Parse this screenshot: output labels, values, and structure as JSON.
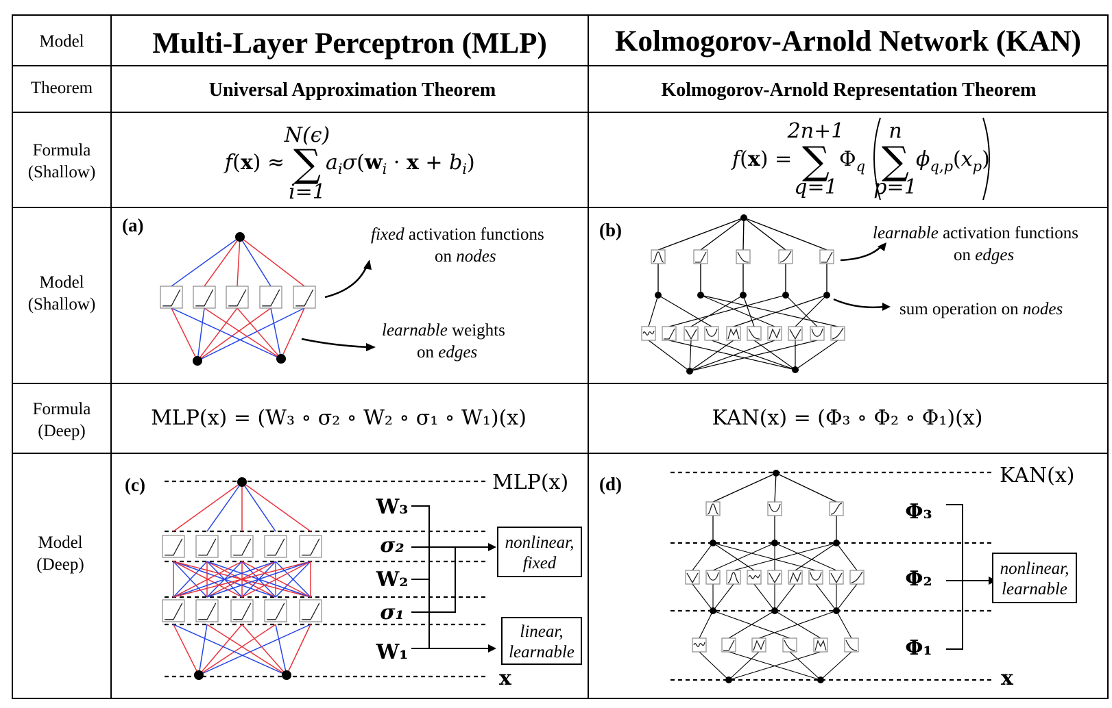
{
  "table": {
    "row_labels": {
      "model": "Model",
      "theorem": "Theorem",
      "formula_shallow": [
        "Formula",
        "(Shallow)"
      ],
      "model_shallow": [
        "Model",
        "(Shallow)"
      ],
      "formula_deep": [
        "Formula",
        "(Deep)"
      ],
      "model_deep": [
        "Model",
        "(Deep)"
      ]
    },
    "mlp": {
      "title": "Multi-Layer Perceptron (MLP)",
      "theorem": "Universal Approximation Theorem",
      "sum_upper": "N(ϵ)",
      "sum_lower": "i=1",
      "deep_formula": "MLP(x) = (W₃ ∘ σ₂ ∘ W₂ ∘ σ₁ ∘ W₁)(x)"
    },
    "kan": {
      "title": "Kolmogorov-Arnold Network (KAN)",
      "theorem": "Kolmogorov-Arnold Representation Theorem",
      "outer_upper": "2n+1",
      "outer_lower": "q=1",
      "inner_upper": "n",
      "inner_lower": "p=1",
      "deep_formula": "KAN(x) = (Φ₃ ∘ Φ₂ ∘ Φ₁)(x)"
    }
  },
  "panels": {
    "a": {
      "tag": "(a)",
      "note1_italic": "fixed",
      "note1_rest": " activation functions",
      "note1_line2a": "on ",
      "note1_line2b": "nodes",
      "note2_italic": "learnable",
      "note2_rest": " weights",
      "note2_line2a": "on ",
      "note2_line2b": "edges"
    },
    "b": {
      "tag": "(b)",
      "note1_italic": "learnable",
      "note1_rest": " activation functions",
      "note1_line2a": "on ",
      "note1_line2b": "edges",
      "note2_a": "sum operation on ",
      "note2_b": "nodes"
    },
    "c": {
      "tag": "(c)",
      "top": "MLP(x)",
      "bottom": "x",
      "layers": [
        "W₃",
        "σ₂",
        "W₂",
        "σ₁",
        "W₁"
      ],
      "box1": [
        "nonlinear,",
        "fixed"
      ],
      "box2": [
        "linear,",
        "learnable"
      ]
    },
    "d": {
      "tag": "(d)",
      "top": "KAN(x)",
      "bottom": "x",
      "layers": [
        "Φ₃",
        "Φ₂",
        "Φ₁"
      ],
      "box": [
        "nonlinear,",
        "learnable"
      ]
    }
  },
  "colors": {
    "edge_red": "#e8323c",
    "edge_blue": "#2546e6",
    "grid": "#000000"
  }
}
